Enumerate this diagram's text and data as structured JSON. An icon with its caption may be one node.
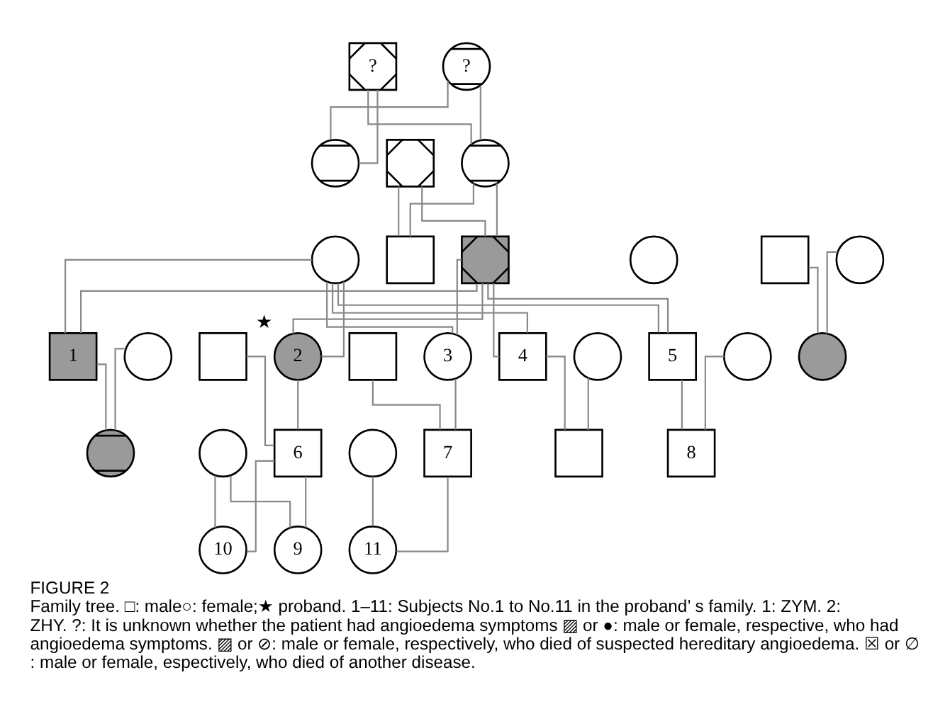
{
  "diagram": {
    "title": "FIGURE 2",
    "caption": "Family tree. □: male○: female;★ proband. 1–11: Subjects No.1 to No.11 in the proband’ s family. 1: ZYM. 2: ZHY. ?: It is unknown whether the patient had angioedema symptoms ▨ or ●: male or female, respective, who had angioedema symptoms. ▨ or ⊘: male or female, respectively, who died of suspected hereditary angioedema. ☒ or ∅ : male or female, espectively, who died of another disease.",
    "nodes": [
      {
        "text": [
          "?"
        ]
      },
      {
        "text": [
          "?"
        ]
      },
      {
        "text": [],
        "shape": "box"
      },
      {
        "text": [],
        "shape": "circle"
      },
      {
        "text": [],
        "shape": "circle"
      },
      {
        "text": [],
        "shape": "box"
      },
      {
        "text": [],
        "shape": "circle"
      },
      {
        "text": [],
        "shape": "box"
      },
      {
        "text": [],
        "shape": "circle"
      },
      {
        "text": [],
        "shape": "box"
      },
      {
        "text": [],
        "shape": "circle"
      },
      {
        "text": [
          "1"
        ]
      },
      {
        "text": [],
        "shape": "circle"
      },
      {
        "text": [],
        "shape": "box"
      },
      {
        "text": [
          "2"
        ],
        "beside": [
          "★"
        ]
      },
      {
        "text": [],
        "shape": "box"
      },
      {
        "text": [
          "3"
        ]
      },
      {
        "text": [
          "4"
        ]
      },
      {
        "text": [],
        "shape": "circle"
      },
      {
        "text": [
          "5"
        ]
      },
      {
        "text": [],
        "shape": "circle"
      },
      {
        "text": [],
        "shape": "circle"
      },
      {
        "text": [],
        "shape": "circle"
      },
      {
        "text": [
          "6"
        ]
      },
      {
        "text": [],
        "shape": "circle"
      },
      {
        "text": [
          "7"
        ]
      },
      {
        "text": [],
        "shape": "circle"
      },
      {
        "text": [],
        "shape": "box"
      },
      {
        "text": [
          "8"
        ]
      },
      {
        "text": [
          "9"
        ]
      },
      {
        "text": [
          "10"
        ]
      },
      {
        "text": [
          "11"
        ]
      }
    ],
    "edges": [
      {
        "from": 0,
        "to": 3,
        "arrow": "none"
      },
      {
        "from": 1,
        "to": 3,
        "arrow": "none"
      },
      {
        "from": 0,
        "to": 4,
        "arrow": "none"
      },
      {
        "from": 1,
        "to": 4,
        "arrow": "none"
      },
      {
        "from": 2,
        "to": 5,
        "arrow": "none"
      },
      {
        "from": 3,
        "to": 5,
        "arrow": "none"
      },
      {
        "from": 2,
        "to": 7,
        "arrow": "none"
      },
      {
        "from": 3,
        "to": 7,
        "arrow": "none"
      },
      {
        "from": 7,
        "to": 11,
        "arrow": "none"
      },
      {
        "from": 8,
        "to": 11,
        "arrow": "none"
      },
      {
        "from": 7,
        "to": 14,
        "arrow": "none"
      },
      {
        "from": 8,
        "to": 14,
        "arrow": "none"
      },
      {
        "from": 7,
        "to": 16,
        "arrow": "none"
      },
      {
        "from": 8,
        "to": 16,
        "arrow": "none"
      },
      {
        "from": 7,
        "to": 17,
        "arrow": "none"
      },
      {
        "from": 8,
        "to": 17,
        "arrow": "none"
      },
      {
        "from": 7,
        "to": 19,
        "arrow": "none"
      },
      {
        "from": 8,
        "to": 19,
        "arrow": "none"
      },
      {
        "from": 9,
        "to": 21,
        "arrow": "none"
      },
      {
        "from": 10,
        "to": 21,
        "arrow": "none"
      },
      {
        "from": 11,
        "to": 22,
        "arrow": "none"
      },
      {
        "from": 12,
        "to": 22,
        "arrow": "none"
      },
      {
        "from": 13,
        "to": 23,
        "arrow": "none"
      },
      {
        "from": 14,
        "to": 23,
        "arrow": "none"
      },
      {
        "from": 15,
        "to": 25,
        "arrow": "none"
      },
      {
        "from": 16,
        "to": 25,
        "arrow": "none"
      },
      {
        "from": 17,
        "to": 27,
        "arrow": "none"
      },
      {
        "from": 18,
        "to": 27,
        "arrow": "none"
      },
      {
        "from": 19,
        "to": 28,
        "arrow": "none"
      },
      {
        "from": 20,
        "to": 28,
        "arrow": "none"
      },
      {
        "from": 23,
        "to": 29,
        "arrow": "none"
      },
      {
        "from": 24,
        "to": 29,
        "arrow": "none"
      },
      {
        "from": 23,
        "to": 30,
        "arrow": "none"
      },
      {
        "from": 24,
        "to": 30,
        "arrow": "none"
      },
      {
        "from": 25,
        "to": 31,
        "arrow": "none"
      },
      {
        "from": 26,
        "to": 31,
        "arrow": "none"
      }
    ]
  }
}
